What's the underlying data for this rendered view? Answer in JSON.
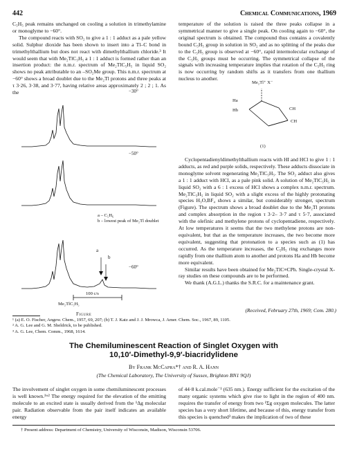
{
  "header": {
    "page_number": "442",
    "journal": "Chemical Communications, 1969"
  },
  "left_column": [
    "C₅H₅ peak remains unchanged on cooling a solution in trimethylamine or monoglyme to −60°.",
    "The compound reacts with SO₂ to give a 1 : 1 adduct as a pale yellow solid. Sulphur dioxide has been shown to insert into a Tl–C bond in trimethylthallium but does not react with dimethylthallium chloride.³ It would seem that with Me₂TlC₅H₅ a 1 : 1 adduct is formed rather than an insertion product: the n.m.r. spectrum of Me₂TlC₅H₅ in liquid SO₂ shows no peak attributable to an –SO₂Me group. This n.m.r. spectrum at −60° shows a broad doublet due to the Me₂Tl protons and three peaks at τ 3·26, 3·38, and 3·77, having relative areas approximately 2 ; 2 ; 1. As the"
  ],
  "right_column_top": [
    "temperature of the solution is raised the three peaks collapse in a symmetrical manner to give a single peak. On cooling again to −60°, the original spectrum is obtained. The compound thus contains a covalently bound C₅H₅ group in solution in SO₂ and as no splitting of the peaks due to the C₅H₅ group is observed at −60°, rapid intermolecular exchange of the C₅H₅ groups must be occurring. The symmetrical collapse of the signals with increasing temperature implies that rotation of the C₅H₅ ring is now occurring by random shifts as it transfers from one thallium nucleus to another."
  ],
  "structure": {
    "cation": "Me₂Tl⁺ X⁻",
    "ha": "Ha",
    "hb": "Hb",
    "ch_top": "CH",
    "ch_bottom": "CH",
    "label": "(1)"
  },
  "right_column_bottom": [
    "Cyclopentadienyldimethylthallium reacts with HI and HCl to give 1 : 1 adducts, as red and purple solids, respectively. These adducts dissociate in monoglyme solvent regenerating Me₂TlC₅H₅. The SO₂ adduct also gives a 1 : 1 adduct with HCl, as a pale pink solid. A solution of Me₂TlC₅H₅ in liquid SO₂ with a 6 : 1 excess of HCl shows a complex n.m.r. spectrum. Me₂TlC₅H₅ in liquid SO₂ with a slight excess of the highly protonating species H₃O,BF₄ shows a similar, but considerably stronger, spectrum (Figure). The spectrum shows a broad doublet due to the Me₂Tl protons and complex absorption in the region τ 3·2– 3·7 and τ 5·7, associated with the olefinic and methylene protons of cyclopentadiene, respectively. At low temperatures it seems that the two methylene protons are non-equivalent, but that as the temperature increases, the two become more equivalent, suggesting that protonation to a species such as (1) has occurred. As the temperature increases, the C₅H₅ ring exchanges more rapidly from one thallium atom to another and protons Ha and Hb become more equivalent.",
    "Similar results have been obtained for Me₂TlC≡CPh. Single-crystal X-ray studies on these compounds are to be performed.",
    "We thank (A.G.L.) thanks the S.R.C. for a maintenance grant."
  ],
  "received": "(Received, February 27th, 1969; Com. 280.)",
  "figure": {
    "temp_labels": [
      "−30°",
      "−50°",
      "−60°"
    ],
    "legend_a": "a – C₅H₆",
    "legend_b": "b – lowest peak of Me₂Tl doublet",
    "legend_a_mark": "a",
    "legend_b_mark": "b",
    "scale_label": "100 c/s",
    "bottom_label": "Me₂TlC₅H₅",
    "caption": "Figure"
  },
  "footnotes": [
    "¹ (a) E. O. Fischer, Angew. Chem., 1957, 69, 207; (b) T. J. Katz and J. J. Mrowca, J. Amer. Chem. Soc., 1967, 89, 1105.",
    "² A. G. Lee and G. M. Sheldrick, to be published.",
    "³ A. G. Lee, Chem. Comm., 1968, 1614."
  ],
  "article": {
    "title_line1": "The Chemiluminescent Reaction of Singlet Oxygen with",
    "title_line2": "10,10′-Dimethyl-9,9′-biacridylidene",
    "authors": "By Frank McCapra*† and R. A. Hann",
    "affiliation": "(The Chemical Laboratory, The University of Sussex, Brighton BN1 9QJ)",
    "left_text": "The involvement of singlet oxygen in some chemiluminescent processes is well known.¹ʷ² The energy required for the elevation of the emitting molecule to an excited state is usually derived from the ¹Δg molecular pair. Radiation observable from the pair itself indicates an available energy",
    "right_text": "of 44·8 k.cal.mole⁻¹ (635 nm.). Energy sufficient for the excitation of the many organic systems which give rise to light in the region of 400 nm. requires the transfer of energy from two ¹Σg oxygen molecules. The latter species has a very short lifetime, and because of this, energy transfer from this species is quenched³ makes the implication of two of these"
  },
  "footer_note": "† Present address: Department of Chemistry, University of Wisconsin, Madison, Wisconsin 53706."
}
